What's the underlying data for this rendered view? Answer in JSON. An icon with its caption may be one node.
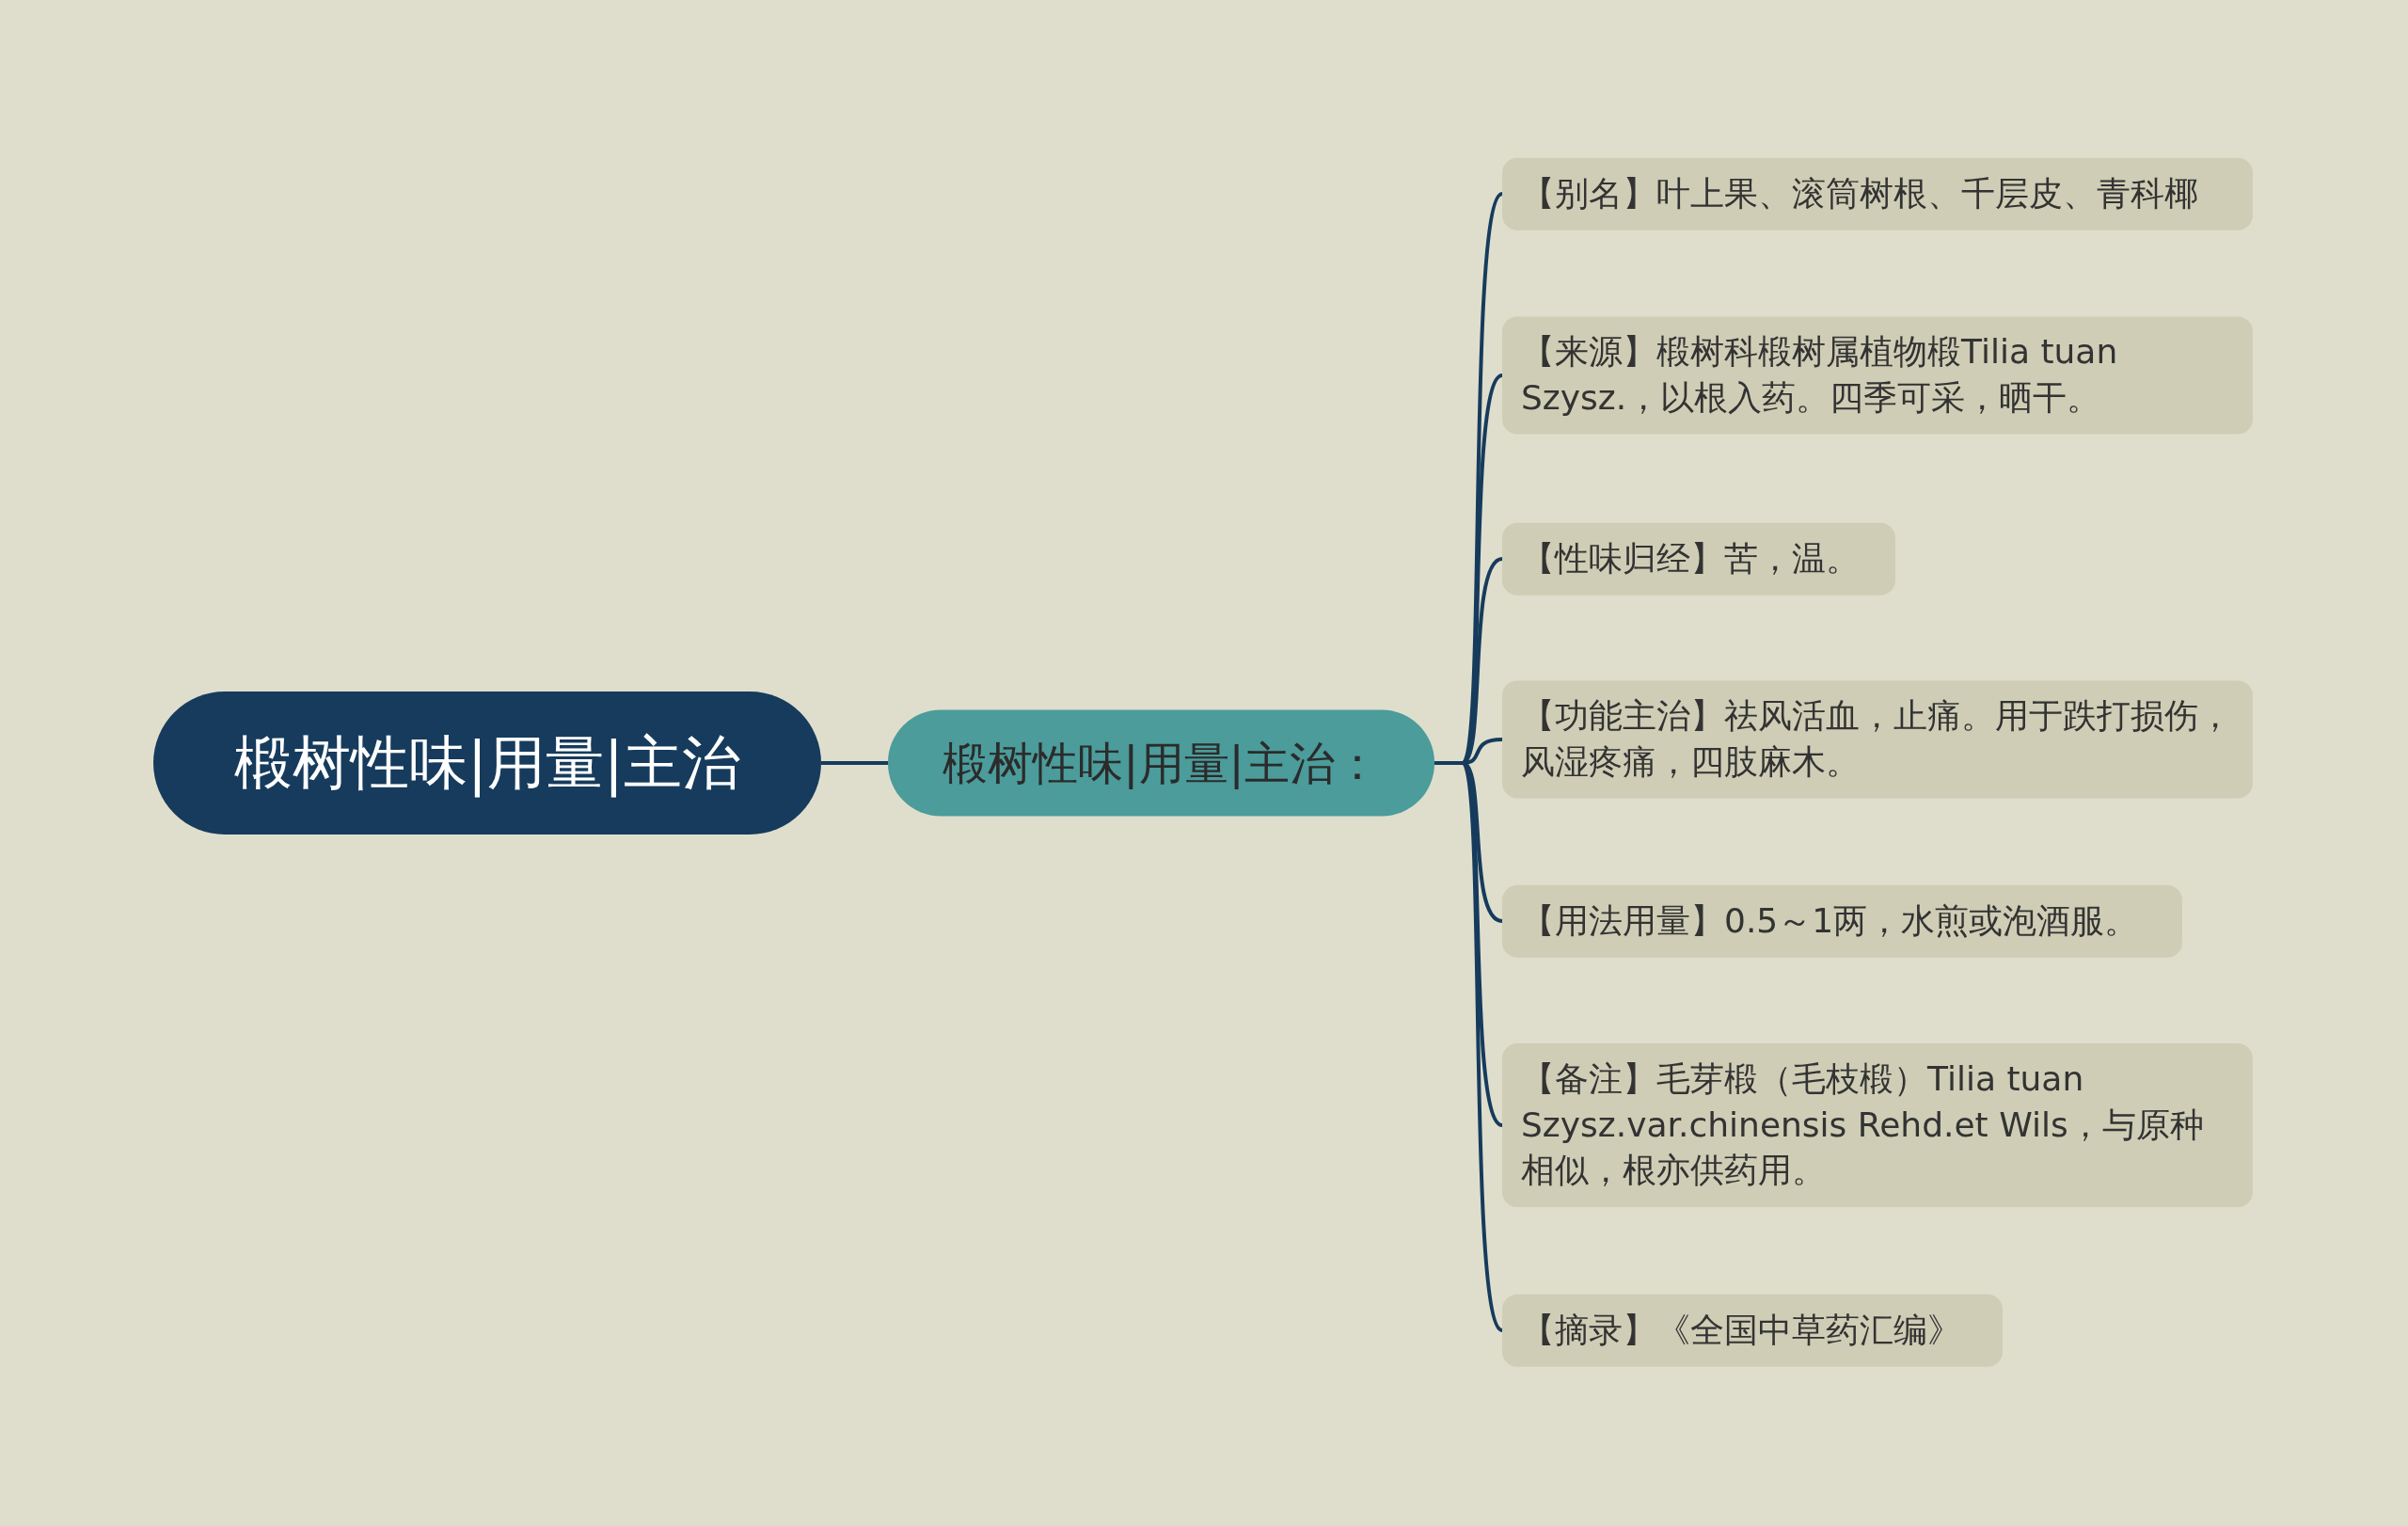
{
  "diagram": {
    "nodes": [
      {
        "text": [
          "椴树性味|用量|主治"
        ]
      },
      {
        "text": [
          "椴树性味|用量|主治："
        ]
      },
      {
        "text": [
          "【别名】叶上果、滚筒树根、千层皮、青科椰"
        ]
      },
      {
        "text": [
          "【来源】椴树科椴树属植物椴Tilia tuan Szysz.，以根入药。四季可采，晒干。"
        ]
      },
      {
        "text": [
          "【性味归经】苦，温。"
        ]
      },
      {
        "text": [
          "【功能主治】祛风活血，止痛。用于跌打损伤，风湿疼痛，四肢麻木。"
        ]
      },
      {
        "text": [
          "【用法用量】0.5～1两，水煎或泡酒服。"
        ]
      },
      {
        "text": [
          "【备注】毛芽椴（毛枝椴）Tilia tuan Szysz.var.chinensis Rehd.et Wils，与原种相似，根亦供药用。"
        ]
      },
      {
        "text": [
          "【摘录】《全国中草药汇编》"
        ]
      }
    ],
    "edges": [
      {
        "from": 0,
        "to": 1,
        "arrow": "none"
      },
      {
        "from": 1,
        "to": 2,
        "arrow": "none"
      },
      {
        "from": 1,
        "to": 3,
        "arrow": "none"
      },
      {
        "from": 1,
        "to": 4,
        "arrow": "none"
      },
      {
        "from": 1,
        "to": 5,
        "arrow": "none"
      },
      {
        "from": 1,
        "to": 6,
        "arrow": "none"
      },
      {
        "from": 1,
        "to": 7,
        "arrow": "none"
      },
      {
        "from": 1,
        "to": 8,
        "arrow": "none"
      }
    ]
  }
}
